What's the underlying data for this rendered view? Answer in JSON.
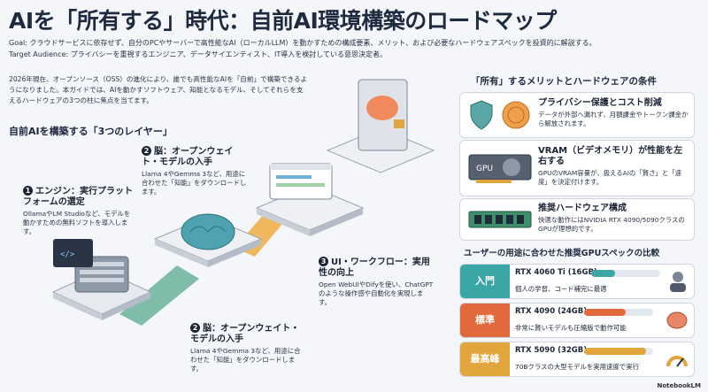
{
  "title": "AIを「所有する」時代：自前AI環境構築のロードマップ",
  "goal": "Goal: クラウドサービスに依存せず、自分のPCやサーバーで高性能なAI（ローカルLLM）を動かすための構成要素、メリット、および必要なハードウェアスペックを投資的に解説する。",
  "audience": "Target Audience: プライバシーを重視するエンジニア、データサイエンティスト、IT導入を検討している意思決定者。",
  "intro": "2026年現在、オープンソース（OSS）の進化により、誰でも高性能なAIを「自前」で構築できるようになりました。本ガイドでは、AIを動かすソフトウェア、知能となるモデル、そしてそれらを支えるハードウェアの3つの柱に焦点を当てます。",
  "layers_heading": "自前AIを構築する「3つのレイヤー」",
  "steps": [
    {
      "num": "1",
      "title": "エンジン：実行プラットフォームの選定",
      "desc": "OllamaやLM Studioなど、モデルを動かすための無料ソフトを導入します。"
    },
    {
      "num": "2",
      "title": "脳：オープンウェイト・モデルの入手",
      "desc": "Llama 4やGemma 3など、用途に合わせた「知能」をダウンロードします。"
    },
    {
      "num": "3",
      "title": "UI・ワークフロー：実用性の向上",
      "desc": "Open WebUIやDifyを使い、ChatGPTのような操作感や自動化を実現します。"
    },
    {
      "num": "2",
      "title": "脳：オープンウェイト・モデルの入手",
      "desc": "Llama 4やGemma 3など、用途に合わせた「知能」をダウンロードします。"
    }
  ],
  "merit_heading": "「所有」するメリットとハードウェアの条件",
  "merits": [
    {
      "title": "プライバシー保護とコスト削減",
      "desc": "データが外部へ漏れず、月額課金やトークン課金から解放されます。"
    },
    {
      "title": "VRAM（ビデオメモリ）が性能を左右する",
      "desc": "GPUのVRAM容量が、扱えるAIの「賢さ」と「速度」を決定付けます。"
    },
    {
      "title": "推奨ハードウェア構成",
      "desc": "快適な動作にはNVIDIA RTX 4090/5090クラスのGPUが理想的です。"
    }
  ],
  "gpu_heading": "ユーザーの用途に合わせた推奨GPUスペックの比較",
  "gpu_tiers": [
    {
      "tier": "入門",
      "gpu": "RTX 4060 Ti (16GB)",
      "desc": "個人の学習、コード補完に最適",
      "level": 0.35,
      "color": "#3aa6a6"
    },
    {
      "tier": "標準",
      "gpu": "RTX 4090 (24GB)",
      "desc": "非常に賢いモデルも圧縮版で動作可能",
      "level": 0.6,
      "color": "#e06a3b"
    },
    {
      "tier": "最高峰",
      "gpu": "RTX 5090 (32GB)",
      "desc": "70Bクラスの大型モデルを実用速度で実行",
      "level": 0.9,
      "color": "#e2a53b"
    }
  ],
  "footer": "NotebookLM",
  "icons": {
    "shield": "shield-icon",
    "coins": "coins-icon",
    "gpu": "gpu-card-icon",
    "ram": "ram-module-icon",
    "brain": "brain-icon",
    "server": "server-icon",
    "user": "user-icon"
  }
}
